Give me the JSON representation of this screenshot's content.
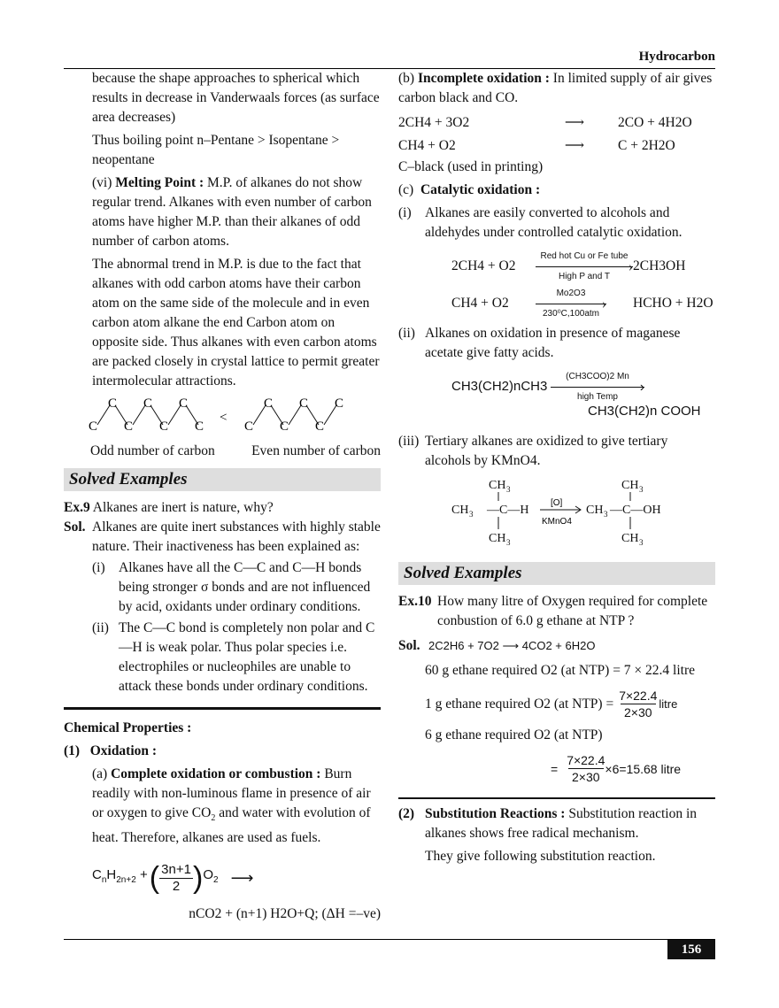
{
  "header": {
    "section": "Hydrocarbon"
  },
  "page_number": "156",
  "left": {
    "para1": "because the shape approaches to spherical which results in decrease in Vanderwaals forces (as surface area decreases)",
    "para2": "Thus boiling point n–Pentane > Isopentane > neopentane",
    "mp_prefix": "(vi)",
    "mp_label": "Melting Point :",
    "mp_text": "M.P. of alkanes do not show regular trend. Alkanes with even number of carbon atoms have higher M.P. than their alkanes of odd number of carbon atoms.",
    "para4": "The abnormal trend in M.P. is due to the fact that alkanes with odd carbon atoms have their carbon atom on the same side of the molecule and in even carbon atom alkane the end Carbon atom on opposite side. Thus alkanes with even carbon atoms are packed closely in crystal lattice to permit greater intermolecular attractions.",
    "chain_atom": "C",
    "chain_compare": "<",
    "odd_caption": "Odd number of carbon",
    "even_caption": "Even number of carbon",
    "solved_heading": "Solved Examples",
    "ex9_label": "Ex.9",
    "ex9_q": "Alkanes are inert is nature, why?",
    "sol_label": "Sol.",
    "sol9_intro": "Alkanes are quite inert substances with highly stable nature. Their inactiveness has been explained as:",
    "sol9_i_label": "(i)",
    "sol9_i": "Alkanes have all the C—C and C—H bonds being stronger σ bonds and are not influenced by acid, oxidants under ordinary conditions.",
    "sol9_ii_label": "(ii)",
    "sol9_ii": "The C—C bond is completely non polar and C—H is weak polar. Thus polar species i.e. electrophiles or nucleophiles are unable to attack these bonds under ordinary conditions.",
    "chem_props": "Chemical Properties :",
    "ox_num": "(1)",
    "ox_label": "Oxidation :",
    "complete_prefix": "(a)",
    "complete_label": "Complete oxidation or combustion :",
    "complete_text_1": "Burn readily with non-luminous flame in presence of air or oxygen to give CO",
    "complete_text_2": " and water with evolution of heat. Therefore, alkanes are used as fuels.",
    "general_products": "nCO2 + (n+1) H2O+Q; (ΔH =–ve)"
  },
  "right": {
    "incomplete_prefix": "(b)",
    "incomplete_label": "Incomplete oxidation :",
    "incomplete_text": "In limited supply of air gives carbon black and CO.",
    "eq1_lhs": "2CH4 + 3O2",
    "eq1_rhs": "2CO + 4H2O",
    "eq2_lhs": "CH4 + O2",
    "eq2_rhs": "C + 2H2O",
    "cblack": "C–black (used in printing)",
    "catalytic_prefix": "(c)",
    "catalytic_label": "Catalytic oxidation :",
    "cat_i_label": "(i)",
    "cat_i": "Alkanes are easily converted to alcohols and aldehydes under controlled catalytic oxidation.",
    "eq3_lhs": "2CH4 + O2",
    "eq3_top": "Red hot Cu or Fe tube",
    "eq3_bottom": "High P and T",
    "eq3_rhs": "2CH3OH",
    "eq4_lhs": "CH4 + O2",
    "eq4_top": "Mo2O3",
    "eq4_bottom": "230⁰C,100atm",
    "eq4_rhs": "HCHO + H2O",
    "cat_ii_label": "(ii)",
    "cat_ii": "Alkanes on oxidation in presence of maganese acetate give fatty acids.",
    "eq5_lhs": "CH3(CH2)nCH3",
    "eq5_top": "(CH3COO)2 Mn",
    "eq5_bottom": "high Temp",
    "eq5_rhs": "CH3(CH2)n COOH",
    "cat_iii_label": "(iii)",
    "cat_iii": "Tertiary alkanes are oxidized to give tertiary alcohols by KMnO4.",
    "tert_top": "[O]",
    "tert_bottom": "KMnO4",
    "solved_heading": "Solved Examples",
    "ex10_label": "Ex.10",
    "ex10_q": "How many litre of Oxygen required for complete conbustion of 6.0 g ethane at NTP ?",
    "sol_label": "Sol.",
    "sol10_eq": "2C2H6 + 7O2 ⟶ 4CO2 + 6H2O",
    "line1": "60 g ethane required O2 (at NTP) = 7 × 22.4 litre",
    "line2_text": "1 g ethane required O2 (at NTP) =",
    "line2_num": "7×22.4",
    "line2_den": "2×30",
    "line2_unit": "litre",
    "line3": "6 g ethane required O2 (at NTP)",
    "line4_eq": "=",
    "line4_num": "7×22.4",
    "line4_den": "2×30",
    "line4_tail": "×6=15.68 litre",
    "subst_num": "(2)",
    "subst_label": "Substitution Reactions :",
    "subst_text": "Substitution reaction in alkanes shows free radical mechanism.",
    "subst_follow": "They give following substitution reaction."
  }
}
